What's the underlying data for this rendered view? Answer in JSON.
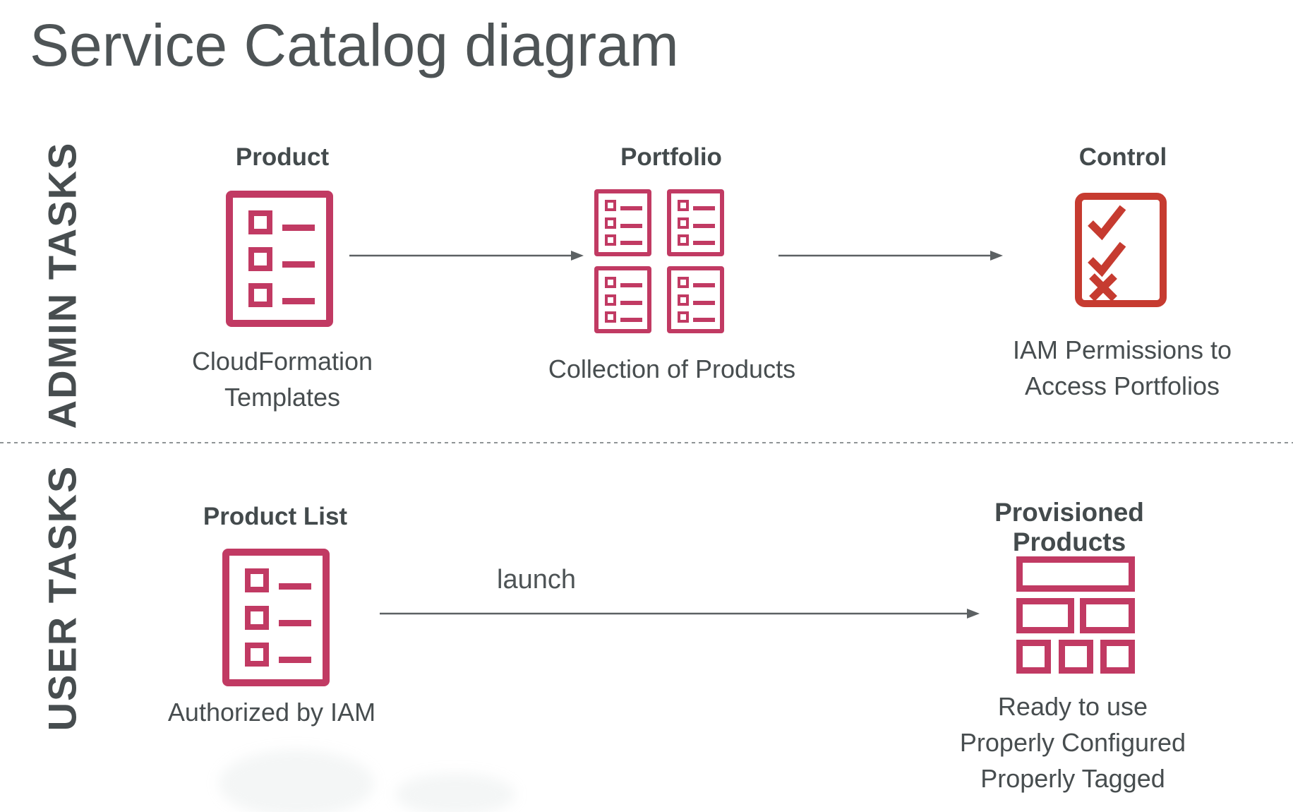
{
  "title": "Service Catalog diagram",
  "colors": {
    "pink_accent": "#c13a63",
    "red_accent": "#c63b30",
    "title_text": "#4e5456",
    "heading_text": "#434a4c",
    "caption_text": "#474d4f",
    "arrow_gray": "#5c6163",
    "divider_gray": "#8f9496"
  },
  "icons": {
    "product": "list-document-icon",
    "portfolio": "four-list-documents-icon",
    "control": "checklist-checkmarks-x-icon",
    "product_list": "list-document-icon",
    "provisioned": "stacked-bricks-icon"
  },
  "admin_row": {
    "label": "ADMIN TASKS",
    "product": {
      "heading": "Product",
      "caption": [
        "CloudFormation",
        "Templates"
      ]
    },
    "portfolio": {
      "heading": "Portfolio",
      "caption": [
        "Collection of Products"
      ]
    },
    "control": {
      "heading": "Control",
      "caption": [
        "IAM Permissions to",
        "Access Portfolios"
      ]
    }
  },
  "user_row": {
    "label": "USER TASKS",
    "product_list": {
      "heading": "Product List",
      "caption": [
        "Authorized by IAM"
      ]
    },
    "launch_label": "launch",
    "provisioned": {
      "heading": "Provisioned Products",
      "caption": [
        "Ready to use",
        "Properly Configured",
        "Properly Tagged"
      ]
    }
  }
}
